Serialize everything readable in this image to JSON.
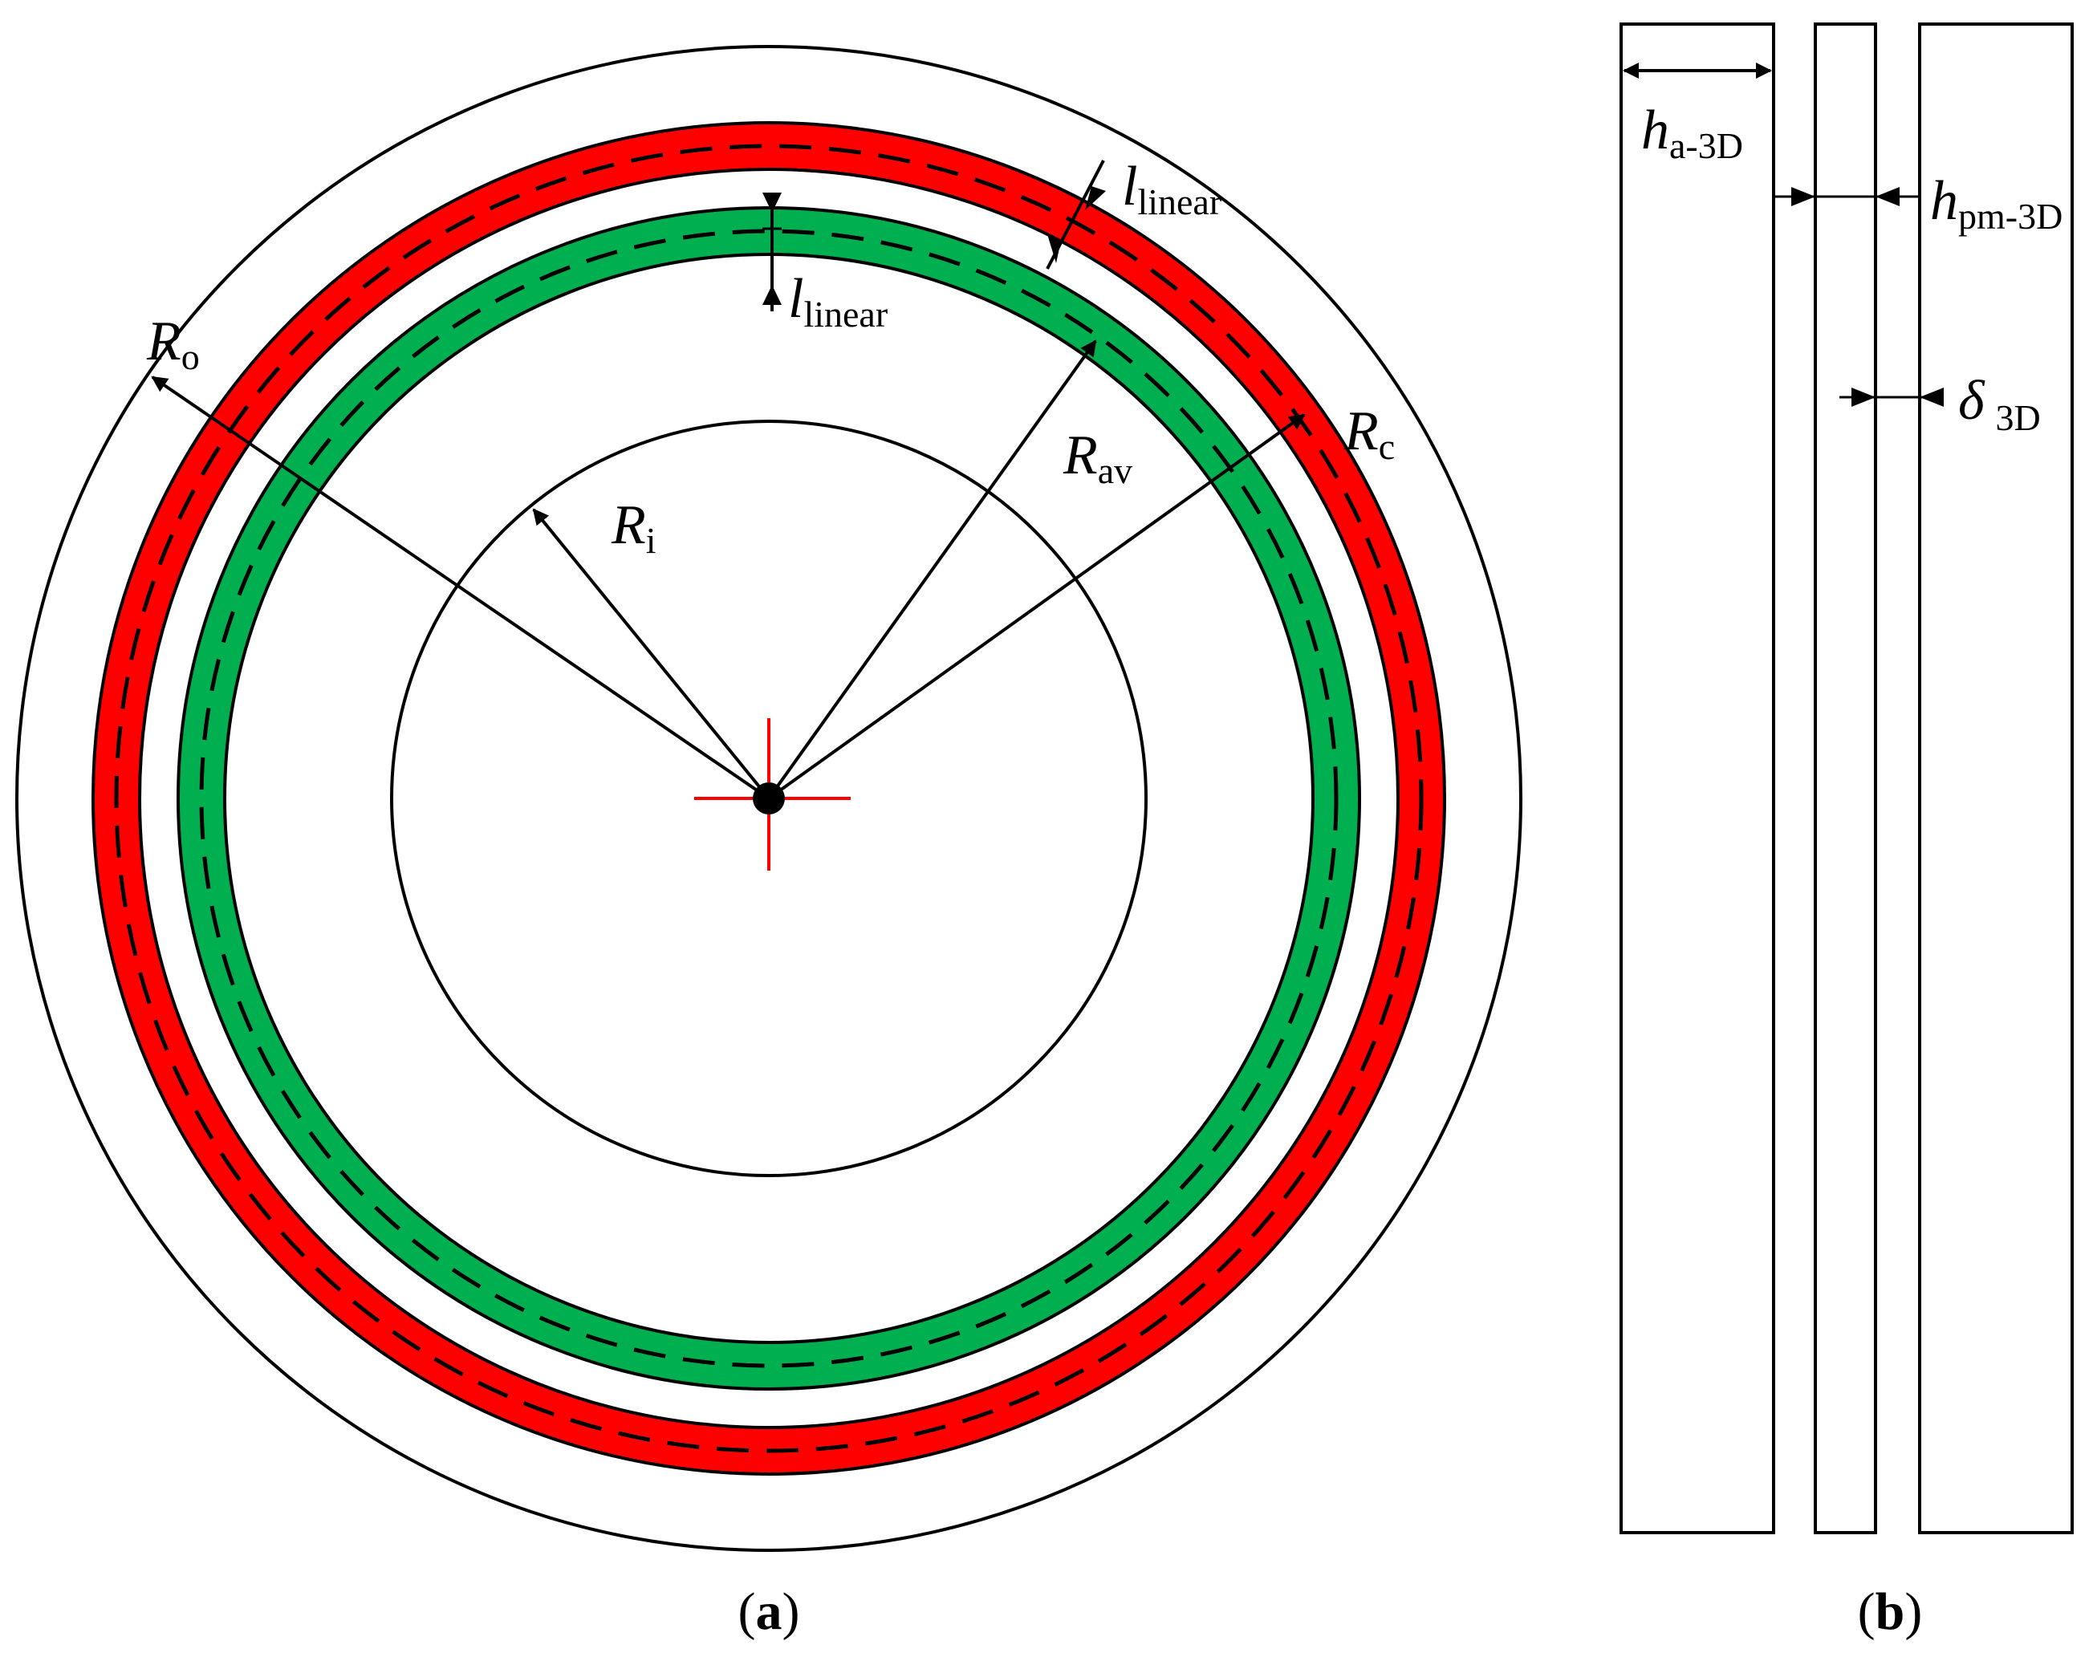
{
  "figure": {
    "panel_a": {
      "caption_letter": "a",
      "labels": {
        "r_o": {
          "main": "R",
          "sub": "o"
        },
        "r_i": {
          "main": "R",
          "sub": "i"
        },
        "r_av": {
          "main": "R",
          "sub": "av"
        },
        "r_c": {
          "main": "R",
          "sub": "c"
        },
        "l_linear_top": {
          "main": "l",
          "sub": "linear"
        },
        "l_linear_right": {
          "main": "l",
          "sub": "linear"
        }
      },
      "colors": {
        "magnet_ring": "#ff0000",
        "coil_ring": "#00b050",
        "center_cross": "#ff0000",
        "outline": "#000000"
      }
    },
    "panel_b": {
      "caption_letter": "b",
      "labels": {
        "h_a": {
          "main": "h",
          "sub": "a-3D"
        },
        "h_pm": {
          "main": "h",
          "sub": "pm-3D"
        },
        "delta": {
          "main": "δ",
          "sub": "3D"
        }
      }
    }
  }
}
